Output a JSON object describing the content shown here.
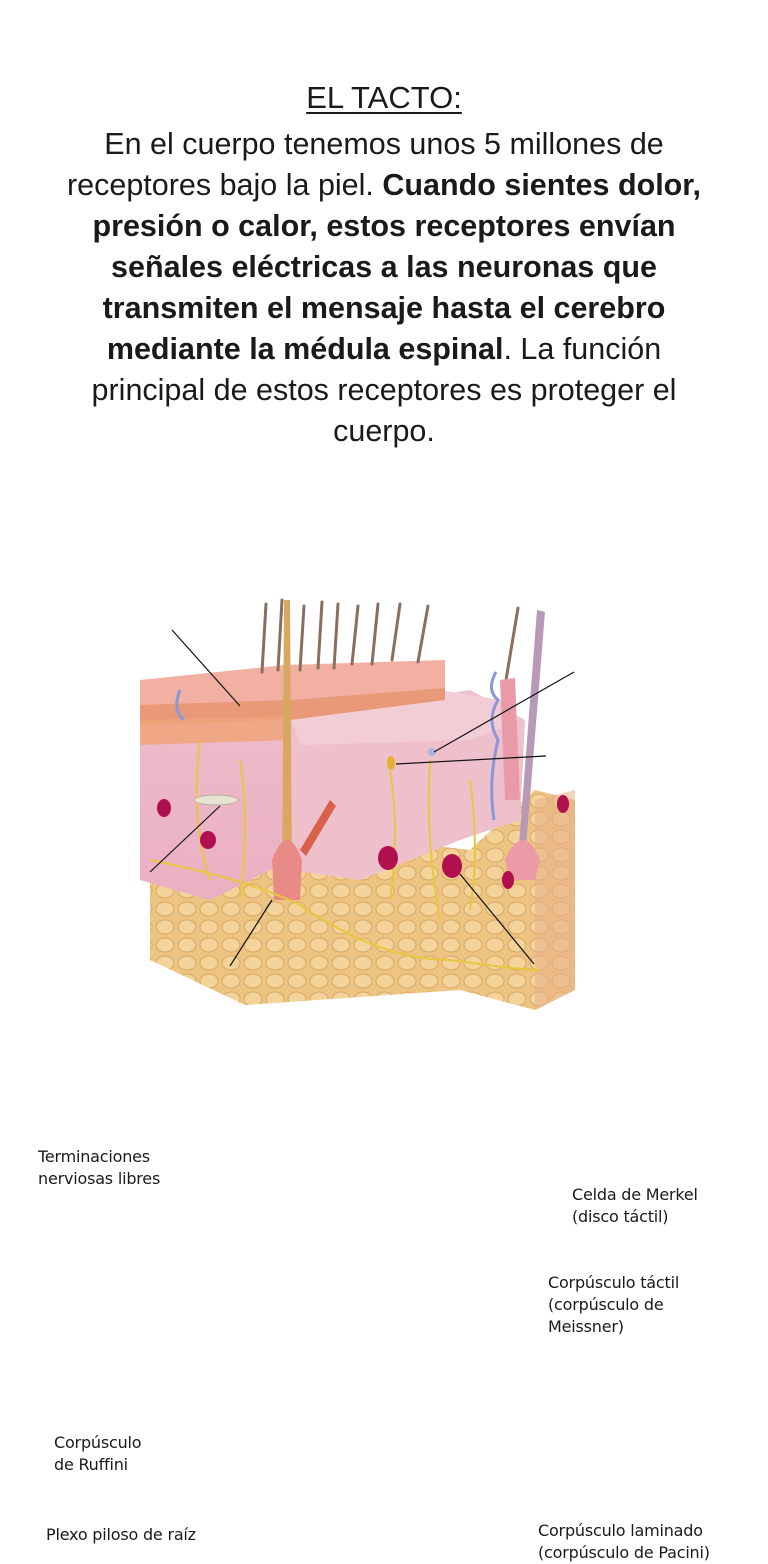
{
  "title": "EL TACTO:",
  "paragraph": {
    "intro": "En el cuerpo tenemos unos 5 millones de receptores bajo la piel. ",
    "bold": "Cuando sientes dolor, presión o calor, estos receptores envían señales eléctricas a las neuronas que transmiten el mensaje hasta el cerebro mediante la médula espinal",
    "outro": ". La función principal de estos receptores es proteger el cuerpo."
  },
  "diagram": {
    "labels": {
      "free_nerve_endings": [
        "Terminaciones",
        "nerviosas libres"
      ],
      "merkel_cell": [
        "Celda de Merkel",
        "(disco táctil)"
      ],
      "meissner": [
        "Corpúsculo táctil",
        "(corpúsculo de",
        "Meissner)"
      ],
      "ruffini": [
        "Corpúsculo",
        "de Ruffini"
      ],
      "hair_root_plexus": [
        "Plexo piloso de raíz"
      ],
      "pacini": [
        "Corpúsculo laminado",
        "(corpúsculo de Pacini)"
      ]
    },
    "colors": {
      "epidermis": "#eea898",
      "dermis": "#f2c6cf",
      "fat": "#edc07e",
      "nerve": "#e8c640",
      "hair": "#8a6e5e",
      "pacini": "#b0104e",
      "vessel_blue": "#8a98d8"
    }
  }
}
